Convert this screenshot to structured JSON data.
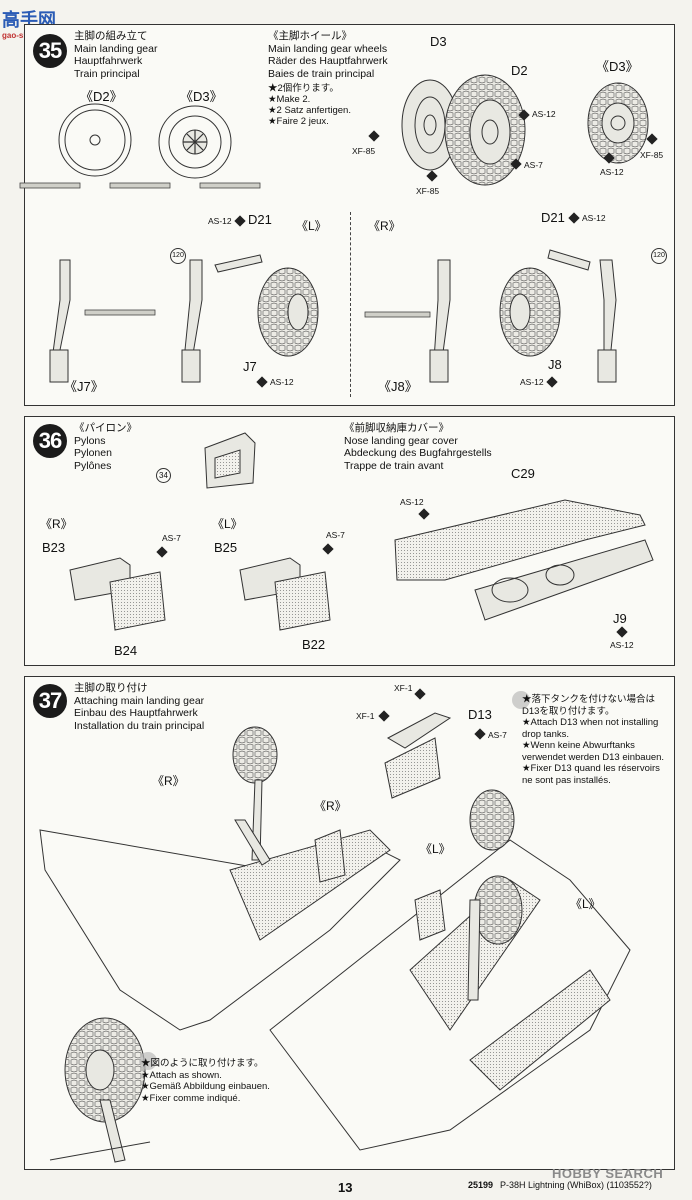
{
  "watermark_top": {
    "cn": "高手网",
    "url": "gao-shou.com"
  },
  "step35": {
    "number": "35",
    "title": [
      "主脚の組み立て",
      "Main landing gear",
      "Hauptfahrwerk",
      "Train principal"
    ],
    "wheels": {
      "title": [
        "《主脚ホイール》",
        "Main landing gear wheels",
        "Räder des Hauptfahrwerk",
        "Baies de train principal"
      ],
      "make": [
        "★2個作ります。",
        "★Make 2.",
        "★2 Satz anfertigen.",
        "★Faire 2 jeux."
      ]
    },
    "labels": {
      "d2_view": "《D2》",
      "d3_view": "《D3》",
      "d3": "D3",
      "d2": "D2",
      "d3_right": "《D3》",
      "as12": "AS-12",
      "as7": "AS-7",
      "xf85": "XF-85",
      "d21": "D21",
      "left": "《L》",
      "right": "《R》",
      "j7_view": "《J7》",
      "j8_view": "《J8》",
      "j7": "J7",
      "j8": "J8",
      "circ120": "120"
    }
  },
  "step36": {
    "number": "36",
    "title": [
      "《パイロン》",
      "Pylons",
      "Pylonen",
      "Pylônes"
    ],
    "cover": [
      "《前脚収納庫カバー》",
      "Nose landing gear cover",
      "Abdeckung des Bugfahrgestells",
      "Trappe de train avant"
    ],
    "labels": {
      "circ34": "34",
      "r": "《R》",
      "l": "《L》",
      "b23": "B23",
      "b24": "B24",
      "b25": "B25",
      "b22": "B22",
      "as7": "AS-7",
      "as12": "AS-12",
      "c29": "C29",
      "j9": "J9"
    }
  },
  "step37": {
    "number": "37",
    "title": [
      "主脚の取り付け",
      "Attaching main landing gear",
      "Einbau des Hauptfahrwerk",
      "Installation du train principal"
    ],
    "note_d13": [
      "★落下タンクを付けない場合は",
      "D13を取り付けます。",
      "★Attach D13 when not installing",
      "drop tanks.",
      "★Wenn keine Abwurftanks",
      "verwendet werden D13 einbauen.",
      "★Fixer D13 quand les réservoirs",
      "ne sont pas installés."
    ],
    "note_attach": [
      "★図のように取り付けます。",
      "★Attach as shown.",
      "★Gemäß Abbildung einbauen.",
      "★Fixer comme indiqué."
    ],
    "labels": {
      "xf1a": "XF-1",
      "xf1b": "XF-1",
      "d13": "D13",
      "as7": "AS-7",
      "r1": "《R》",
      "r2": "《R》",
      "l1": "《L》",
      "l2": "《L》"
    }
  },
  "footer": {
    "page": "13",
    "code": "25199",
    "product": "P-38H Lightning (WhiBox) (1103552?)",
    "watermark": "HOBBY SEARCH"
  }
}
